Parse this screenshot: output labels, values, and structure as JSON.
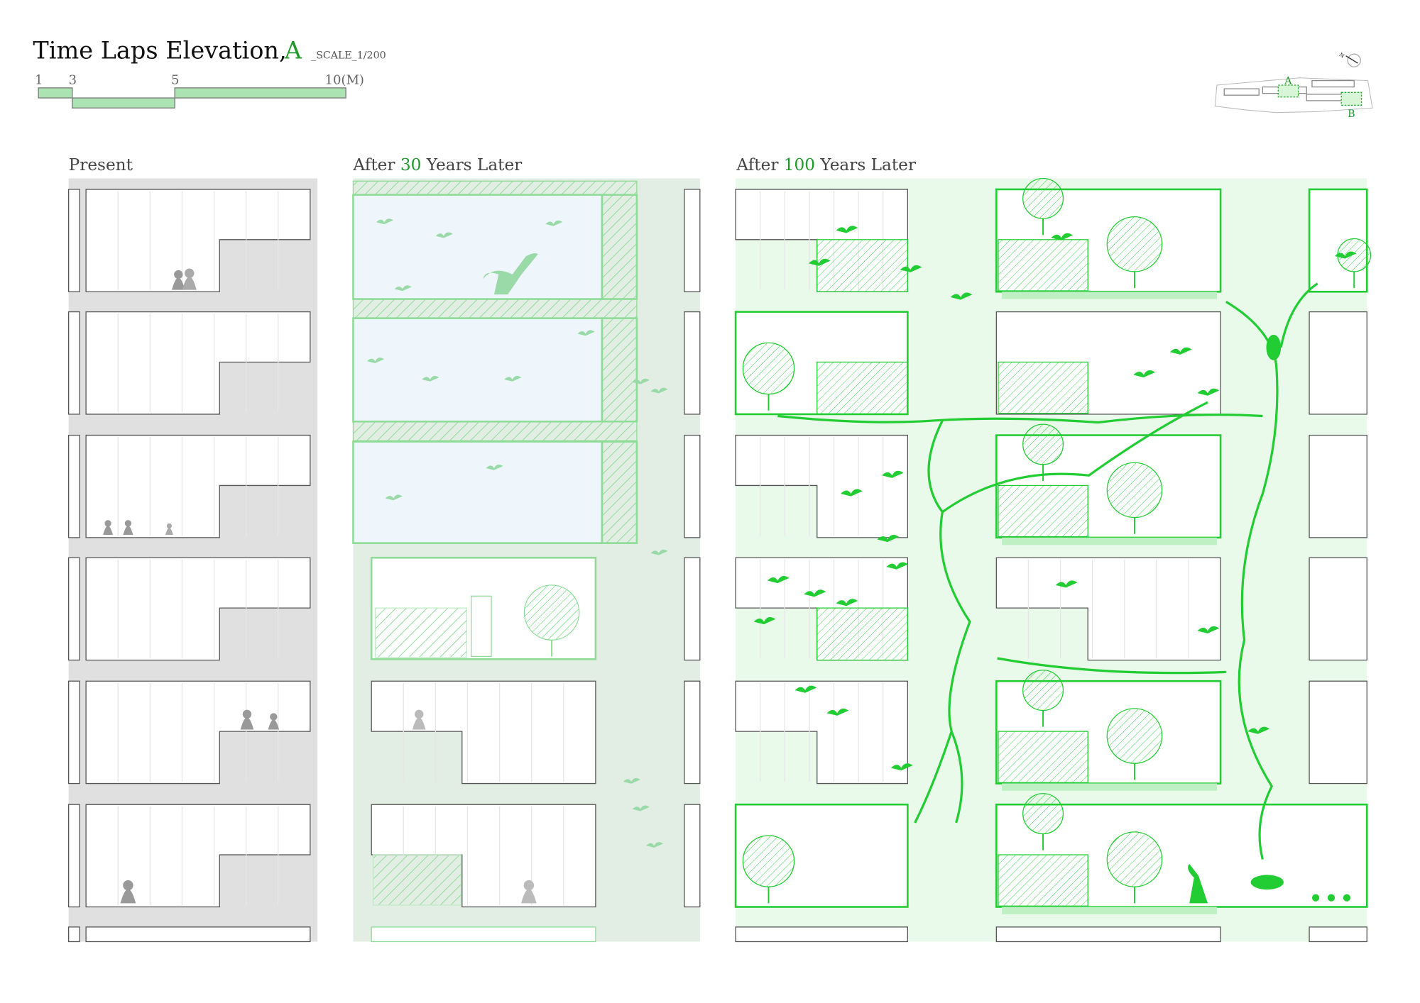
{
  "title": {
    "main": "Time Laps Elevation,",
    "letter": "A",
    "scale": "_SCALE_1/200"
  },
  "scale_bar": {
    "ticks": [
      "1",
      "3",
      "5",
      "10(M)"
    ]
  },
  "key_map": {
    "label_a": "A",
    "label_b": "B",
    "north": "N"
  },
  "panels": [
    {
      "prefix": "Present",
      "number": "",
      "suffix": ""
    },
    {
      "prefix": "After ",
      "number": "30",
      "suffix": " Years Later"
    },
    {
      "prefix": "After ",
      "number": "100",
      "suffix": " Years Later"
    }
  ],
  "colors": {
    "accent": "#1f9a2a",
    "vine": "#22cc33",
    "scale_fill": "#abe3b2",
    "present_bg": "#e0e0e0",
    "y30_bg": "#e2ede4",
    "y100_bg": "#e9f9ea",
    "sky": "#eef6fc"
  }
}
